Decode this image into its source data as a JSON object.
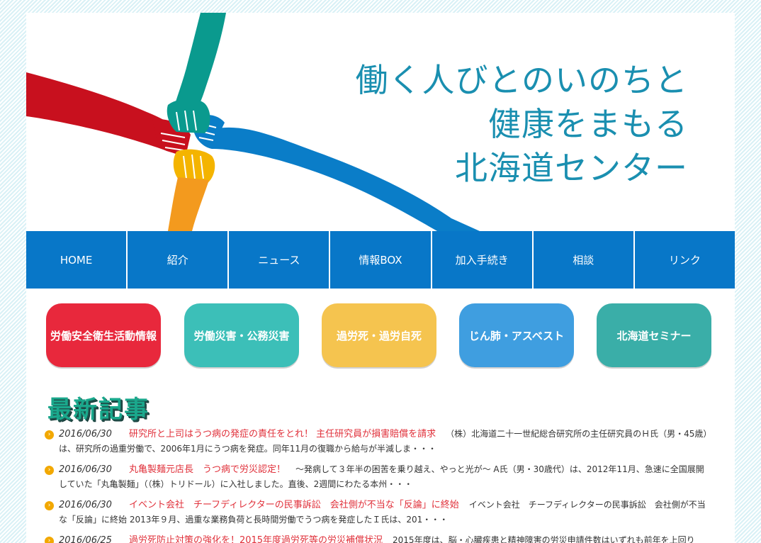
{
  "header": {
    "title_lines": [
      "働く人びとのいのちと",
      "健康をまもる",
      "北海道センター"
    ],
    "colors": {
      "red": "#c8101e",
      "teal": "#0a9a8e",
      "blue": "#0a7dc8",
      "yellow": "#f4b400",
      "orange": "#f39a1e",
      "title": "#1a8fb0"
    }
  },
  "nav": {
    "items": [
      {
        "label": "HOME"
      },
      {
        "label": "紹介"
      },
      {
        "label": "ニュース"
      },
      {
        "label": "情報BOX"
      },
      {
        "label": "加入手続き"
      },
      {
        "label": "相談"
      },
      {
        "label": "リンク"
      }
    ],
    "color": "#0877c8"
  },
  "categories": [
    {
      "label": "労働安全衛生活動情報",
      "color": "#e8283c"
    },
    {
      "label": "労働災害・公務災害",
      "color": "#3cbfb8"
    },
    {
      "label": "過労死・過労自死",
      "color": "#f5c44f"
    },
    {
      "label": "じん肺・アスベスト",
      "color": "#3f9ee0"
    },
    {
      "label": "北海道セミナー",
      "color": "#3aaea8"
    }
  ],
  "latest": {
    "heading": "最新記事",
    "articles": [
      {
        "date": "2016/06/30",
        "title": "研究所と上司はうつ病の発症の責任をとれ！ 主任研究員が損害賠償を請求",
        "excerpt": "（株）北海道二十一世紀総合研究所の主任研究員のＨ氏（男・45歳）は、研究所の過重労働で、2006年1月にうつ病を発症。同年11月の復職から給与が半減しま・・・"
      },
      {
        "date": "2016/06/30",
        "title": "丸亀製麺元店長　うつ病で労災認定！",
        "excerpt": "～発病して３年半の困苦を乗り越え、やっと光が～ A氏（男・30歳代）は、2012年11月、急速に全国展開していた「丸亀製麺」（（株）トリドール）に入社しました。直後、2週間にわたる本州・・・"
      },
      {
        "date": "2016/06/30",
        "title": "イベント会社　チーフディレクターの民事訴訟　会社側が不当な「反論」に終始",
        "excerpt": "イベント会社　チーフディレクターの民事訴訟　会社側が不当な「反論」に終始 2013年９月、過重な業務負荷と長時間労働でうつ病を発症したＩ氏は、201・・・"
      },
      {
        "date": "2016/06/25",
        "title": "過労死防止対策の強化を！2015年度過労死等の労災補償状況",
        "excerpt": "2015年度は、脳・心臓疾患と精神障害の労災申請件数はいずれも前年を上回り"
      }
    ]
  }
}
